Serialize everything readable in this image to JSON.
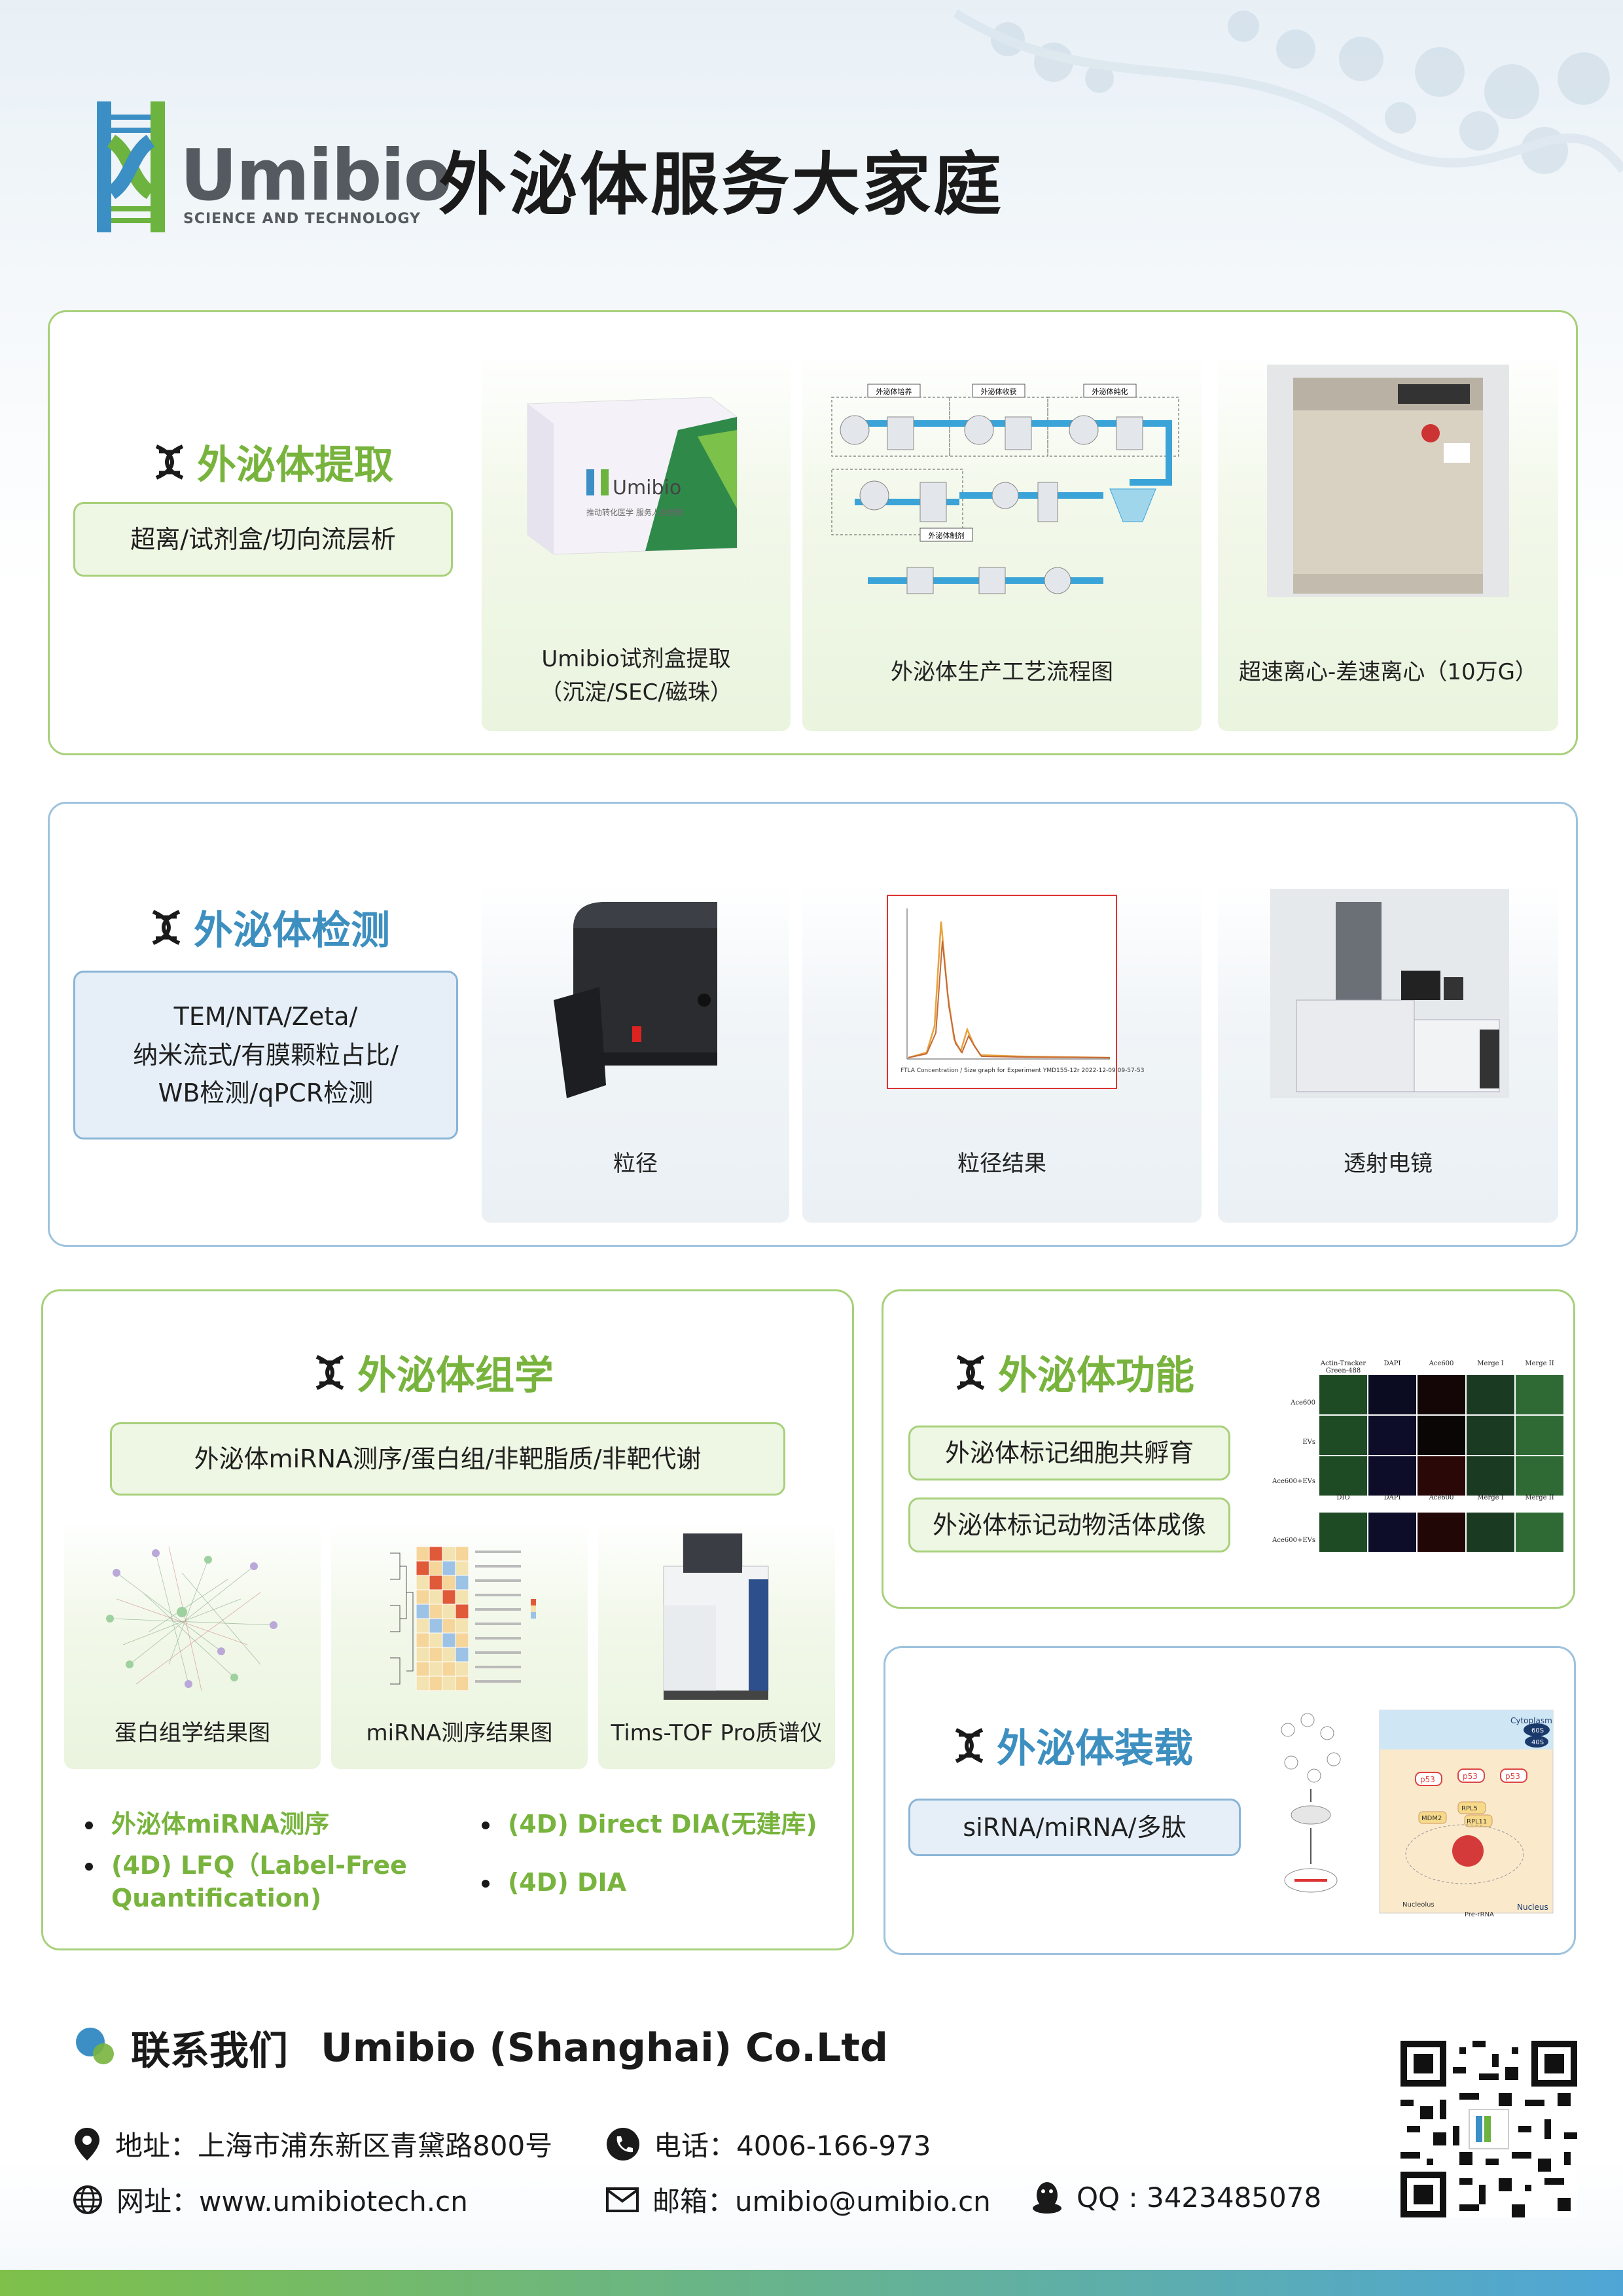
{
  "header": {
    "logo_word": "Umibio",
    "logo_sub": "SCIENCE AND TECHNOLOGY",
    "title": "外泌体服务大家庭"
  },
  "extraction": {
    "title": "外泌体提取",
    "pill": "超离/试剂盒/切向流层析",
    "box_logo": "Umibio",
    "box_tagline": "推动转化医学 服务人类健康",
    "cards": [
      {
        "caption": "Umibio试剂盒提取\n（沉淀/SEC/磁珠）"
      },
      {
        "caption": "外泌体生产工艺流程图",
        "flow_labels": [
          "外泌体培养",
          "外泌体收获",
          "外泌体纯化",
          "外泌体制剂"
        ]
      },
      {
        "caption": "超速离心-差速离心（10万G）"
      }
    ]
  },
  "detection": {
    "title": "外泌体检测",
    "pill": "TEM/NTA/Zeta/\n纳米流式/有膜颗粒占比/\nWB检测/qPCR检测",
    "cards": [
      {
        "caption": "粒径"
      },
      {
        "caption": "粒径结果",
        "plot_footer": "FTLA Concentration / Size graph for Experiment\nYMD155-12r 2022-12-09 09-57-53"
      },
      {
        "caption": "透射电镜"
      }
    ]
  },
  "omics": {
    "title": "外泌体组学",
    "pill": "外泌体miRNA测序/蛋白组/非靶脂质/非靶代谢",
    "cards": [
      {
        "caption": "蛋白组学结果图"
      },
      {
        "caption": "miRNA测序结果图"
      },
      {
        "caption": "Tims-TOF Pro质谱仪"
      }
    ],
    "bullets_left": [
      "外泌体miRNA测序",
      "(4D) LFQ（Label-Free Quantification)"
    ],
    "bullets_right": [
      "(4D) Direct  DIA(无建库)",
      "(4D) DIA"
    ]
  },
  "function": {
    "title": "外泌体功能",
    "pills": [
      "外泌体标记细胞共孵育",
      "外泌体标记动物活体成像"
    ],
    "grid_headers_top": [
      "Actin-Tracker Green-488",
      "DAPI",
      "Ace600",
      "Merge I",
      "Merge II"
    ],
    "grid_rows": [
      "Ace600",
      "EVs",
      "Ace600+EVs"
    ],
    "grid_headers_bottom": [
      "DIO",
      "DAPI",
      "Ace600",
      "Merge I",
      "Merge II"
    ],
    "grid_row_bottom": "Ace600+EVs"
  },
  "loading": {
    "title": "外泌体装载",
    "pill": "siRNA/miRNA/多肽",
    "diagram_labels": [
      "Cytoplasm",
      "Nucleus",
      "p53",
      "p53",
      "p53",
      "MDM2",
      "RPL5",
      "RPL11",
      "Nucleolus",
      "Pre-rRNA",
      "60S",
      "40S"
    ]
  },
  "contact": {
    "title": "联系我们",
    "company": "Umibio (Shanghai) Co.Ltd",
    "address": "地址：上海市浦东新区青黛路800号",
    "phone": "电话：4006-166-973",
    "website": "网址：www.umibiotech.cn",
    "email": "邮箱：umibio@umibio.cn",
    "qq": "QQ : 3423485078"
  },
  "colors": {
    "green": "#78b43d",
    "blue": "#3d8fc0",
    "green_border": "#a7d07a",
    "blue_border": "#9ec3de"
  }
}
